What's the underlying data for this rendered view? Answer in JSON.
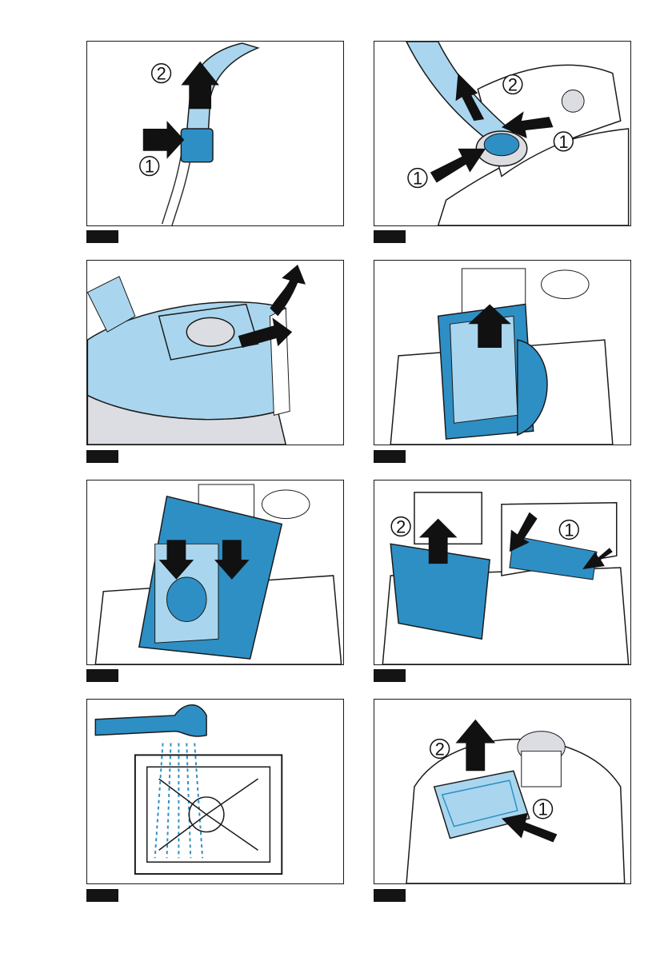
{
  "panels": [
    {
      "id": "p1",
      "callouts": [
        "2",
        "1"
      ]
    },
    {
      "id": "p2",
      "callouts": [
        "2",
        "1",
        "1"
      ]
    },
    {
      "id": "p3",
      "callouts": []
    },
    {
      "id": "p4",
      "callouts": []
    },
    {
      "id": "p5",
      "callouts": []
    },
    {
      "id": "p6",
      "callouts": [
        "2",
        "1"
      ]
    },
    {
      "id": "p7",
      "callouts": []
    },
    {
      "id": "p8",
      "callouts": [
        "2",
        "1"
      ]
    }
  ],
  "colors": {
    "light_blue": "#a9d6ee",
    "dark_blue": "#2e8fc4",
    "grey": "#dcdde2",
    "outline": "#1a1a1a"
  }
}
